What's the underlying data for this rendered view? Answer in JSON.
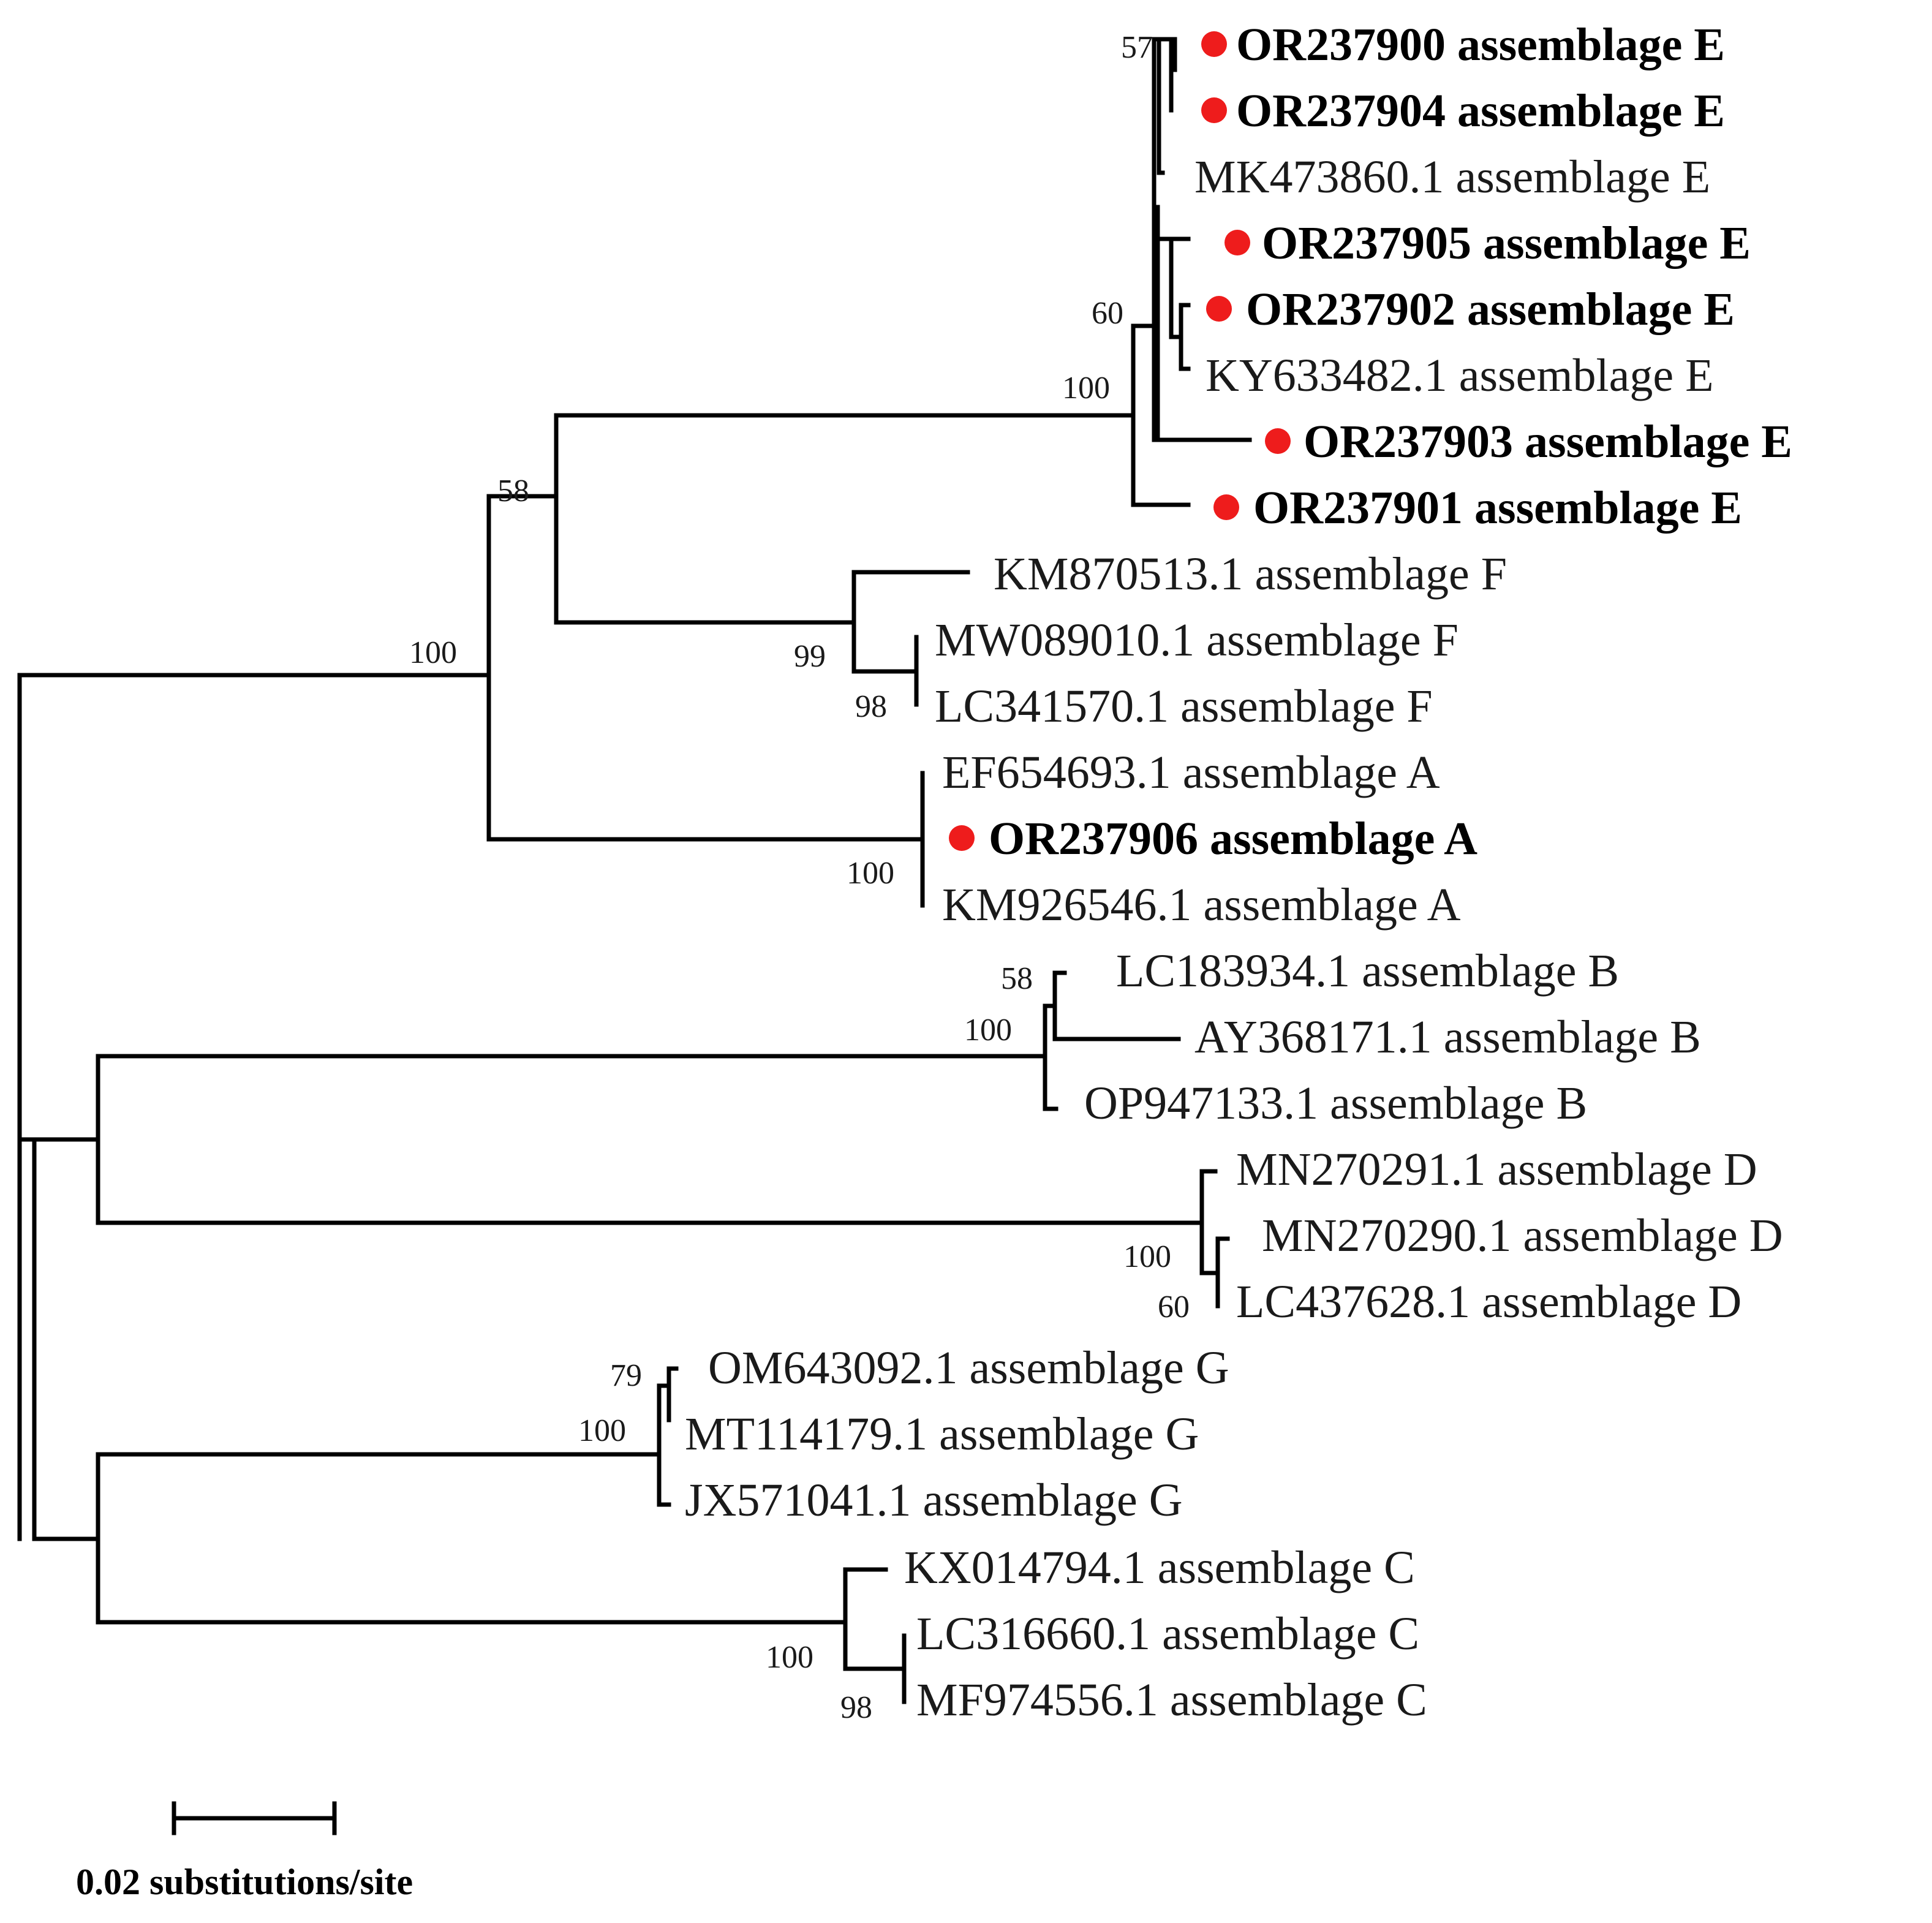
{
  "marker_color": "#ee1c1c",
  "taxa": [
    {
      "label": "OR237900 assemblage E",
      "bold": true,
      "marked": true
    },
    {
      "label": "OR237904 assemblage E",
      "bold": true,
      "marked": true
    },
    {
      "label": "MK473860.1 assemblage E",
      "bold": false,
      "marked": false
    },
    {
      "label": "OR237905 assemblage E",
      "bold": true,
      "marked": true
    },
    {
      "label": "OR237902 assemblage E",
      "bold": true,
      "marked": true
    },
    {
      "label": "KY633482.1 assemblage E",
      "bold": false,
      "marked": false
    },
    {
      "label": "OR237903 assemblage E",
      "bold": true,
      "marked": true
    },
    {
      "label": "OR237901 assemblage E",
      "bold": true,
      "marked": true
    },
    {
      "label": "KM870513.1 assemblage F",
      "bold": false,
      "marked": false
    },
    {
      "label": "MW089010.1 assemblage F",
      "bold": false,
      "marked": false
    },
    {
      "label": "LC341570.1 assemblage F",
      "bold": false,
      "marked": false
    },
    {
      "label": "EF654693.1 assemblage A",
      "bold": false,
      "marked": false
    },
    {
      "label": "OR237906 assemblage A",
      "bold": true,
      "marked": true
    },
    {
      "label": "KM926546.1 assemblage A",
      "bold": false,
      "marked": false
    },
    {
      "label": "LC183934.1 assemblage B",
      "bold": false,
      "marked": false
    },
    {
      "label": "AY368171.1 assemblage B",
      "bold": false,
      "marked": false
    },
    {
      "label": "OP947133.1 assemblage B",
      "bold": false,
      "marked": false
    },
    {
      "label": "MN270291.1 assemblage D",
      "bold": false,
      "marked": false
    },
    {
      "label": "MN270290.1 assemblage D",
      "bold": false,
      "marked": false
    },
    {
      "label": "LC437628.1 assemblage D",
      "bold": false,
      "marked": false
    },
    {
      "label": "OM643092.1 assemblage G",
      "bold": false,
      "marked": false
    },
    {
      "label": "MT114179.1 assemblage G",
      "bold": false,
      "marked": false
    },
    {
      "label": "JX571041.1 assemblage G",
      "bold": false,
      "marked": false
    },
    {
      "label": "KX014794.1 assemblage C",
      "bold": false,
      "marked": false
    },
    {
      "label": "LC316660.1 assemblage C",
      "bold": false,
      "marked": false
    },
    {
      "label": "MF974556.1 assemblage C",
      "bold": false,
      "marked": false
    }
  ],
  "support_values": [
    "57",
    "60",
    "100",
    "58",
    "100",
    "99",
    "98",
    "100",
    "58",
    "100",
    "100",
    "60",
    "79",
    "100",
    "100",
    "98"
  ],
  "scale_bar": {
    "label": "0.02 substitutions/site",
    "value": 0.02
  }
}
